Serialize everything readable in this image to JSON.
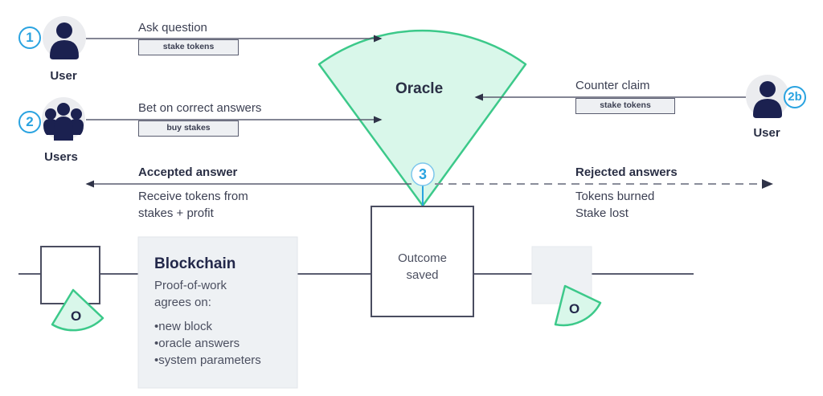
{
  "colors": {
    "oracle_fill": "#d9f7ea",
    "oracle_stroke": "#3cc98a",
    "badge_blue": "#2aa3e0",
    "avatar_navy": "#1b2150",
    "line": "#5a5d70",
    "block_fill": "#eef1f4"
  },
  "actors": {
    "user1": {
      "badge": "1",
      "label": "User",
      "icon": "user-icon"
    },
    "users2": {
      "badge": "2",
      "label": "Users",
      "icon": "users-group-icon"
    },
    "user2b": {
      "badge": "2b",
      "label": "User",
      "icon": "user-icon"
    }
  },
  "flows": {
    "ask": {
      "label": "Ask question",
      "tag": "stake tokens"
    },
    "bet": {
      "label": "Bet on correct answers",
      "tag": "buy stakes"
    },
    "counter": {
      "label": "Counter claim",
      "tag": "stake tokens"
    }
  },
  "oracle": {
    "title": "Oracle",
    "step_badge": "3",
    "wedge_letter": "O"
  },
  "outcomes": {
    "accepted": {
      "title": "Accepted answer",
      "lines": [
        "Receive tokens from",
        "stakes + profit"
      ]
    },
    "rejected": {
      "title": "Rejected answers",
      "lines": [
        "Tokens burned",
        "Stake lost"
      ]
    }
  },
  "blockchain": {
    "title": "Blockchain",
    "text_lines": [
      "Proof-of-work",
      "agrees on:"
    ],
    "bullets": [
      "new block",
      "oracle answers",
      "system parameters"
    ]
  },
  "outcome_block": {
    "lines": [
      "Outcome",
      "saved"
    ]
  }
}
